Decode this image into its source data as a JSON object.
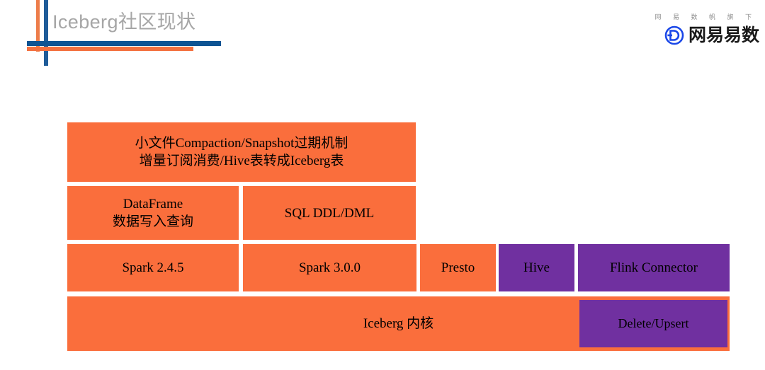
{
  "slide": {
    "title": "Iceberg社区现状",
    "brand": {
      "tagline": "网 易 数 帆 旗 下",
      "name": "网易易数",
      "mark_icon": "netease-shufan-d-logo-icon",
      "mark_color": "#1A47E8"
    },
    "accents": {
      "orange_rule": "#F4713F",
      "blue_rule": "#0E5493",
      "title_color": "#A6A6A6"
    }
  },
  "diagram": {
    "type": "layered-stack",
    "colors": {
      "orange": "#FA6E3C",
      "purple": "#7030A0",
      "text": "#000000"
    },
    "rows": [
      {
        "name": "features",
        "boxes": [
          {
            "id": "features",
            "line1": "小文件Compaction/Snapshot过期机制",
            "line2": "增量订阅消费/Hive表转成Iceberg表",
            "color": "orange"
          }
        ]
      },
      {
        "name": "api-layer",
        "boxes": [
          {
            "id": "dataframe",
            "line1": "DataFrame",
            "line2": "数据写入查询",
            "color": "orange"
          },
          {
            "id": "sql",
            "line1": "SQL DDL/DML",
            "line2": "",
            "color": "orange"
          }
        ]
      },
      {
        "name": "engine-layer",
        "boxes": [
          {
            "id": "spark245",
            "line1": "Spark 2.4.5",
            "color": "orange"
          },
          {
            "id": "spark300",
            "line1": "Spark 3.0.0",
            "color": "orange"
          },
          {
            "id": "presto",
            "line1": "Presto",
            "color": "orange"
          },
          {
            "id": "hive",
            "line1": "Hive",
            "color": "purple"
          },
          {
            "id": "flink",
            "line1": "Flink Connector",
            "color": "purple"
          }
        ]
      },
      {
        "name": "core-layer",
        "boxes": [
          {
            "id": "iceberg_core",
            "line1": "Iceberg 内核",
            "color": "orange"
          },
          {
            "id": "delete_upsert",
            "line1": "Delete/Upsert",
            "color": "purple"
          }
        ]
      }
    ]
  }
}
